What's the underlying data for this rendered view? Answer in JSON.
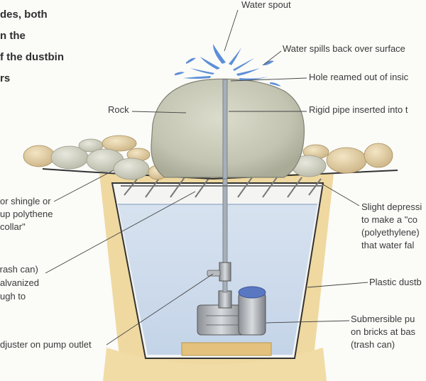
{
  "body_text": [
    "des, both",
    "n the",
    "f the dustbin",
    "rs"
  ],
  "labels": {
    "water_spout": "Water spout",
    "water_spills": "Water spills back over surface",
    "hole_reamed": "Hole reamed out of insic",
    "rock": "Rock",
    "rigid_pipe": "Rigid pipe inserted into t",
    "shingle": [
      "or shingle or",
      "up polythene",
      "collar\""
    ],
    "slight_depression": [
      "Slight depressi",
      "to make a \"co",
      "(polyethylene)",
      "that water fal"
    ],
    "trash_can": [
      " trash can)",
      "alvanized",
      "ugh to"
    ],
    "plastic_dustbin": "Plastic dustb",
    "submersible_pump": [
      "Submersible pu",
      "on bricks at bas",
      "(trash can)"
    ],
    "adjuster": "djuster on pump outlet"
  },
  "colors": {
    "water": "#c9d8ea",
    "water_light": "#dde7f2",
    "sand": "#efd9a0",
    "rock": "#c9c9b8",
    "pebble": "#e2cfa3",
    "pipe": "#9aa4ad",
    "pump_blue": "#5a77c2",
    "spray": "#5d8fd6"
  }
}
